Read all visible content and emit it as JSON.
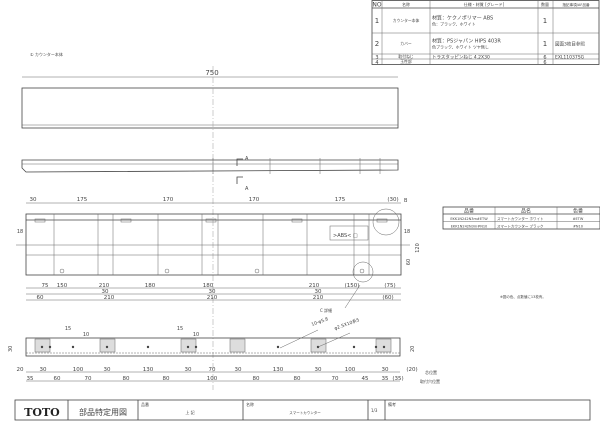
{
  "parts_table": {
    "headers": [
      "NO",
      "名称",
      "仕様・材質 [グレード]",
      "数量",
      "指記事項/AF品番"
    ],
    "rows": [
      {
        "no": "1",
        "name": "カウンター本体",
        "spec1": "材質：ケクノポリマー ABS",
        "spec2": "色：ブラック、ホワイト",
        "qty": "1",
        "note": ""
      },
      {
        "no": "2",
        "name": "カバー",
        "spec1": "材質：PSジャパン HIPS 403R",
        "spec2": "色ブラック、ホワイト ツヤ無し",
        "qty": "1",
        "note": "図面3枚目参照"
      },
      {
        "no": "3",
        "name": "取付ねじ",
        "spec1": "トラスタッピンねじ 4.2X30",
        "spec2": "",
        "qty": "6",
        "note": "EXL11037SG"
      },
      {
        "no": "4",
        "name": "玉性部",
        "spec1": "",
        "spec2": "",
        "qty": "6",
        "note": ""
      }
    ]
  },
  "part_label": "① カウンター本体",
  "variant_table": {
    "headers": [
      "品番",
      "品名",
      "色番"
    ],
    "rows": [
      [
        "EKK1N242N3m#ETW",
        "スマートカウンター ホワイト",
        "#ETW"
      ],
      [
        "EKK1N242N3m#N10",
        "スマートカウンター ブラック",
        "#N10"
      ]
    ]
  },
  "note": "※図の色、点数値に13枚有。",
  "drawing": {
    "overall_width": "750",
    "section_mark": "A",
    "top_dims": [
      "30",
      "175",
      "170",
      "170",
      "175",
      "(30)"
    ],
    "side_dims": [
      "18",
      "18",
      "60",
      "120"
    ],
    "material_mark": ">ABS< □",
    "detail_b": "B",
    "detail_c": "C 詳細",
    "bottom_row1": [
      "75",
      "150",
      "210",
      "180",
      "180",
      "210",
      "(150)",
      "(75)"
    ],
    "bottom_row2": [
      "30",
      "30",
      "30"
    ],
    "bottom_row3": [
      "60",
      "210",
      "210",
      "210",
      "(60)"
    ],
    "bv_top_dims": [
      "15",
      "10",
      "15",
      "10"
    ],
    "bv_height": "30",
    "bv_right": "20",
    "bv_callout1": "10-φ5.8",
    "bv_callout2": "φ2.5X10系5",
    "bv_row1": [
      "20",
      "30",
      "100",
      "30",
      "130",
      "30",
      "70",
      "30",
      "130",
      "30",
      "100",
      "30",
      "(20)"
    ],
    "bv_row2": [
      "35",
      "60",
      "70",
      "80",
      "80",
      "100",
      "80",
      "80",
      "70",
      "45",
      "35",
      "(35)"
    ],
    "bv_row1_note": "芯位置",
    "bv_row2_note": "取付穴位置"
  },
  "title_block": {
    "logo": "TOTO",
    "doc_type": "部品特定用図",
    "part_no_label": "品番",
    "part_no_value": "上 記",
    "name_label": "名称",
    "name_value": "スマートカウンター",
    "sheet": "1/3",
    "remarks_label": "備考"
  }
}
